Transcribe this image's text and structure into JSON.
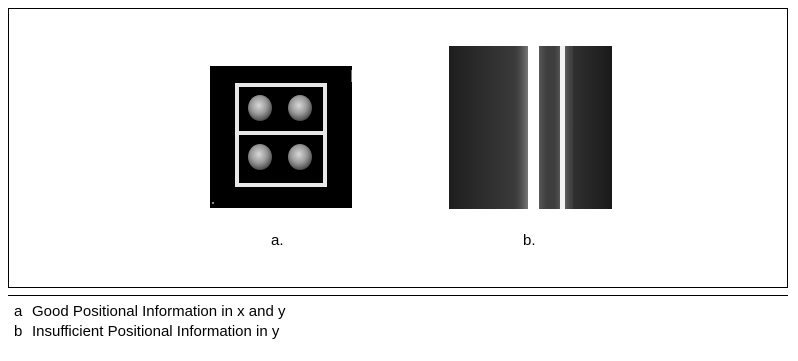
{
  "figure": {
    "caption_a": "a.",
    "caption_b": "b."
  },
  "legend": [
    {
      "key": "a",
      "text": "Good Positional Information in x and y"
    },
    {
      "key": "b",
      "text": "Insufficient Positional Information in y"
    }
  ]
}
